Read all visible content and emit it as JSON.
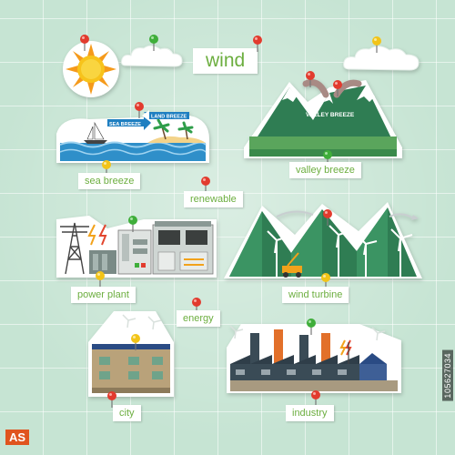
{
  "board": {
    "title": "wind",
    "labels": {
      "sea_breeze": "sea breeze",
      "valley_breeze": "valley breeze",
      "renewable": "renewable",
      "power_plant": "power plant",
      "wind_turbine": "wind turbine",
      "energy": "energy",
      "city": "city",
      "industry": "industry"
    },
    "sign_text": {
      "sea_breeze_arrow": "SEA BREEZE",
      "land_breeze_arrow": "LAND BREEZE",
      "valley_breeze_text": "VALLEY BREEZE"
    }
  },
  "watermark": {
    "stock_id": "105627034",
    "brand": "AS"
  },
  "colors": {
    "background": "#c6e4d3",
    "label_text": "#6cae3f",
    "mountain_green": "#3f8f5a",
    "pin_red": "#e23b2e",
    "pin_green": "#3fae3a",
    "pin_yellow": "#f2c418",
    "sun": "#f7c31b"
  }
}
